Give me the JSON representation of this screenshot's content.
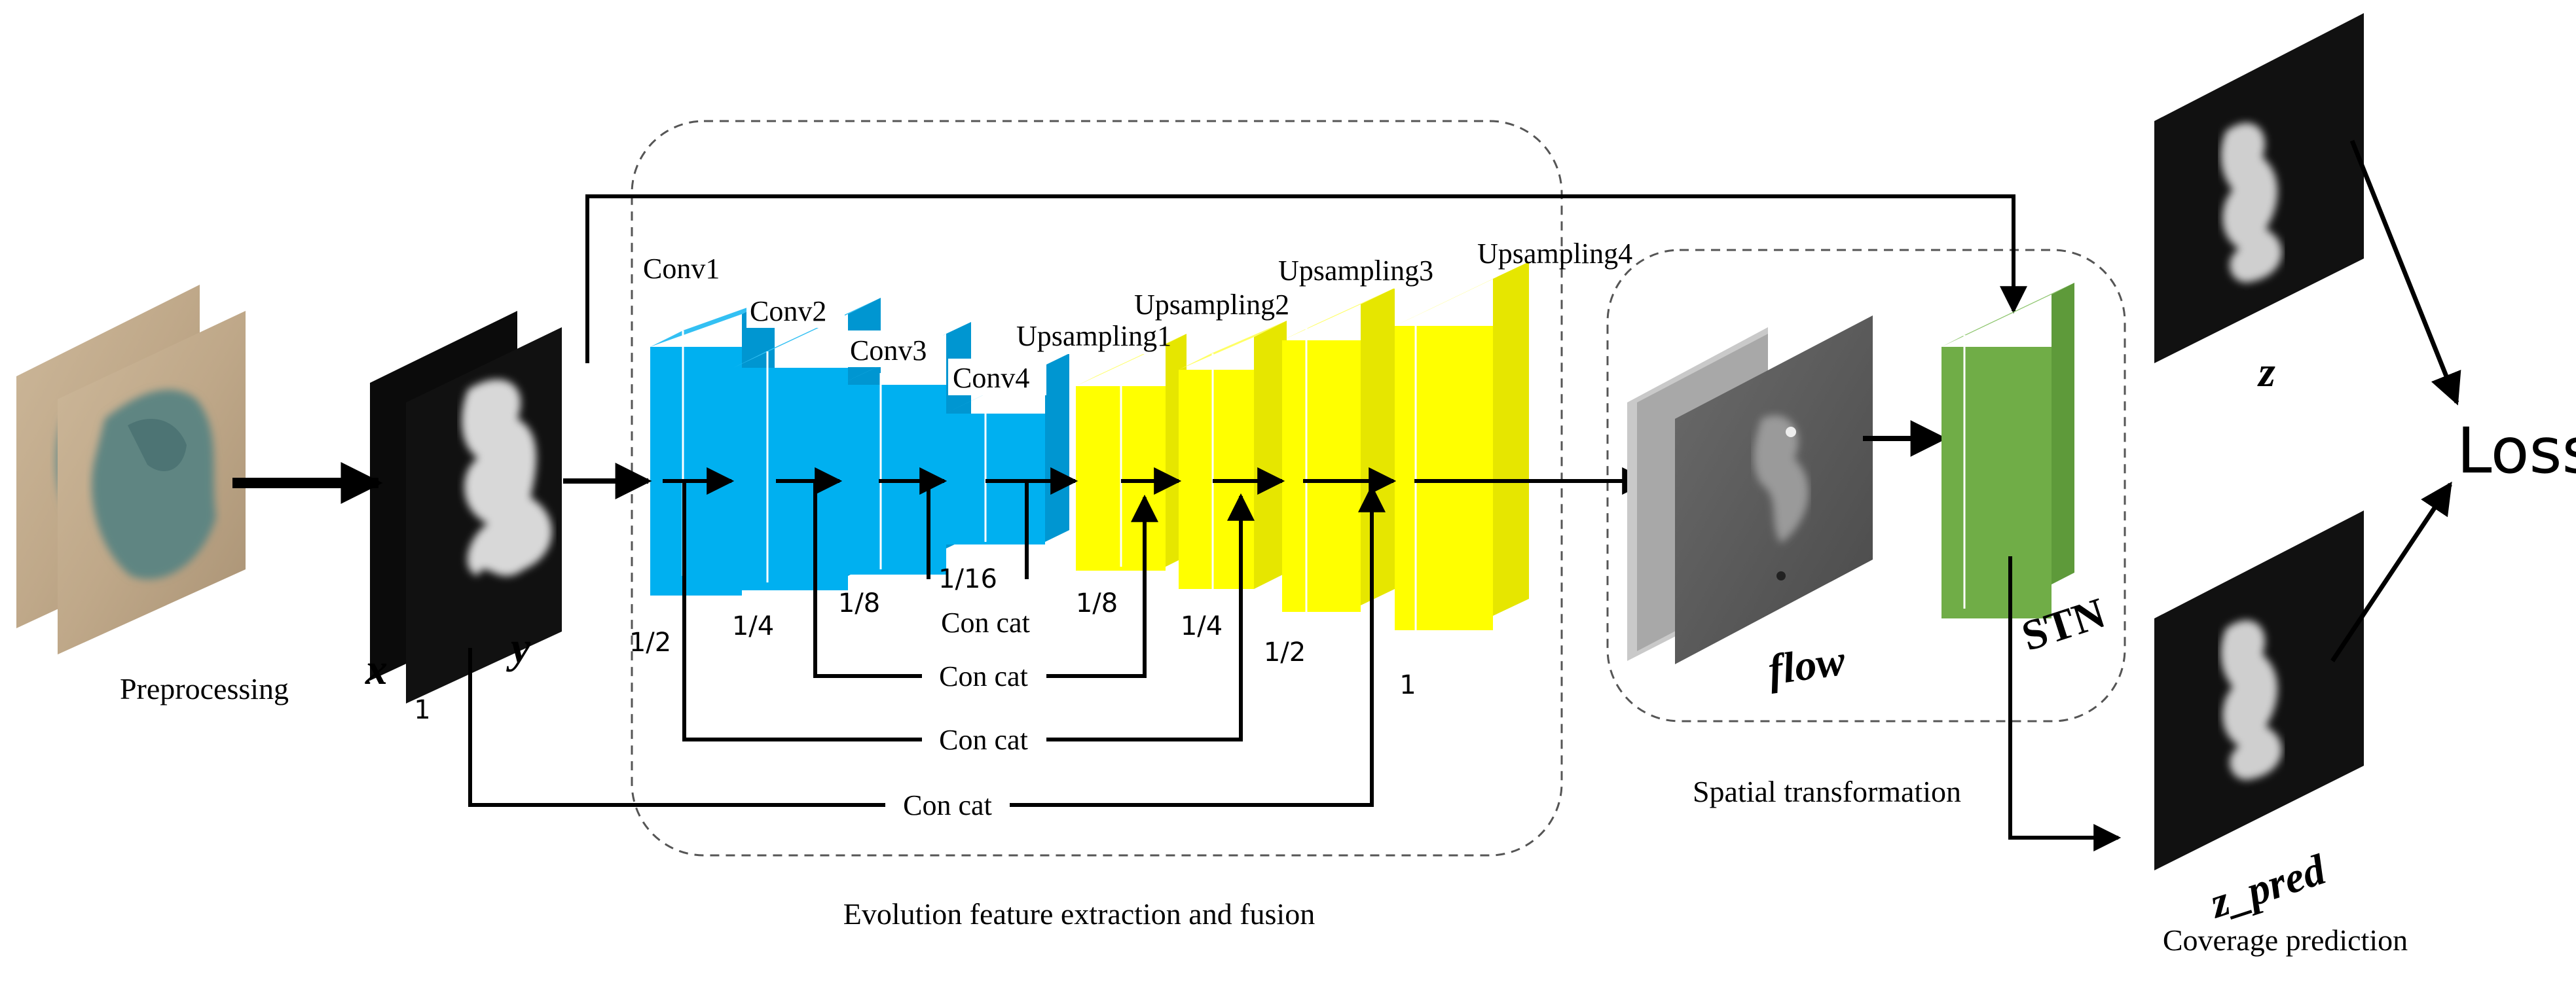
{
  "colors": {
    "conv": "#00B0F0",
    "upsampling": "#FFFF00",
    "stn": "#70AD47",
    "arrow": "#000000",
    "dashed_box": "#555555"
  },
  "stages": {
    "preprocessing": "Preprocessing",
    "evolution": "Evolution feature extraction and fusion",
    "spatial": "Spatial transformation",
    "coverage": "Coverage prediction"
  },
  "inputs": {
    "x_label": "x",
    "y_label": "y",
    "scale": "1"
  },
  "encoder": [
    {
      "label": "Conv1",
      "scale": "1/2"
    },
    {
      "label": "Conv2",
      "scale": "1/4"
    },
    {
      "label": "Conv3",
      "scale": "1/8"
    },
    {
      "label": "Conv4",
      "scale": "1/16"
    }
  ],
  "decoder": [
    {
      "label": "Upsampling1",
      "scale": "1/8"
    },
    {
      "label": "Upsampling2",
      "scale": "1/4"
    },
    {
      "label": "Upsampling3",
      "scale": "1/2"
    },
    {
      "label": "Upsampling4",
      "scale": "1"
    }
  ],
  "concat_label": "Con cat",
  "flow_label": "flow",
  "stn_label": "STN",
  "z_label": "z",
  "z_pred_label": "z_pred",
  "loss_label": "Loss"
}
